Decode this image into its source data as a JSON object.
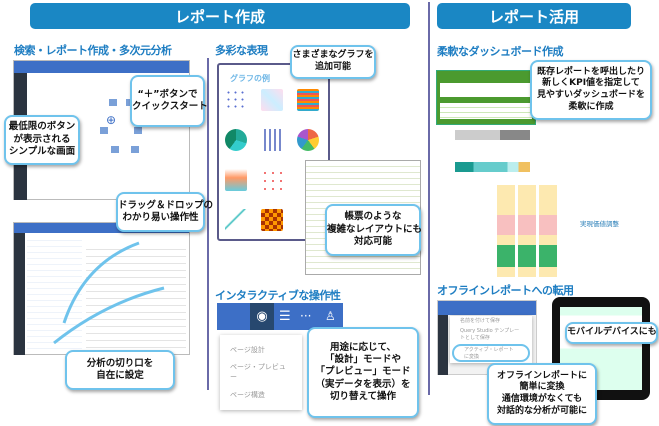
{
  "banners": {
    "create": "レポート作成",
    "use": "レポート活用"
  },
  "sections": {
    "search": "検索・レポート作成・多次元分析",
    "variety": "多彩な表現",
    "interactive": "インタラクティブな操作性",
    "dashboard": "柔軟なダッシュボード作成",
    "offline": "オフラインレポートへの転用"
  },
  "callouts": {
    "quickstart": [
      "“＋”ボタンで",
      "クイックスタート"
    ],
    "simple": [
      "最低限のボタン",
      "が表示される",
      "シンプルな画面"
    ],
    "dragdrop": [
      "ドラッグ＆ドロップの",
      "わかり易い操作性"
    ],
    "slice": [
      "分析の切り口を",
      "自在に設定"
    ],
    "graphs": [
      "さまざまなグラフを",
      "追加可能"
    ],
    "layout": [
      "帳票のような",
      "複雑なレイアウトにも",
      "対応可能"
    ],
    "modes": [
      "用途に応じて、",
      "「設計」モードや",
      "「プレビュー」モード",
      "（実データを表示）を",
      "切り替えて操作"
    ],
    "dash": [
      "既存レポートを呼出したり",
      "新しくKPI値を指定して",
      "見やすいダッシュボードを",
      "柔軟に作成"
    ],
    "mobile": [
      "モバイルデバイスにも"
    ],
    "offline": [
      "オフラインレポートに",
      "簡単に変換",
      "通信環境がなくても",
      "対話的な分析が可能に"
    ]
  },
  "graph_panel_title": "グラフの例",
  "view_menu": [
    "ページ設計",
    "ページ・プレビュー",
    "ページ構造"
  ],
  "save_menu": [
    "名前を付けて保存",
    "Query Studio テンプレートとして保存",
    "アクティブ・レポートに変換"
  ],
  "dashboard_heading": "実現価値調整",
  "colors": {
    "banner": "#1a87c4",
    "section": "#1d7dc2",
    "callout_border": "#6fc3ec",
    "toolbar": "#3d6fc6"
  }
}
